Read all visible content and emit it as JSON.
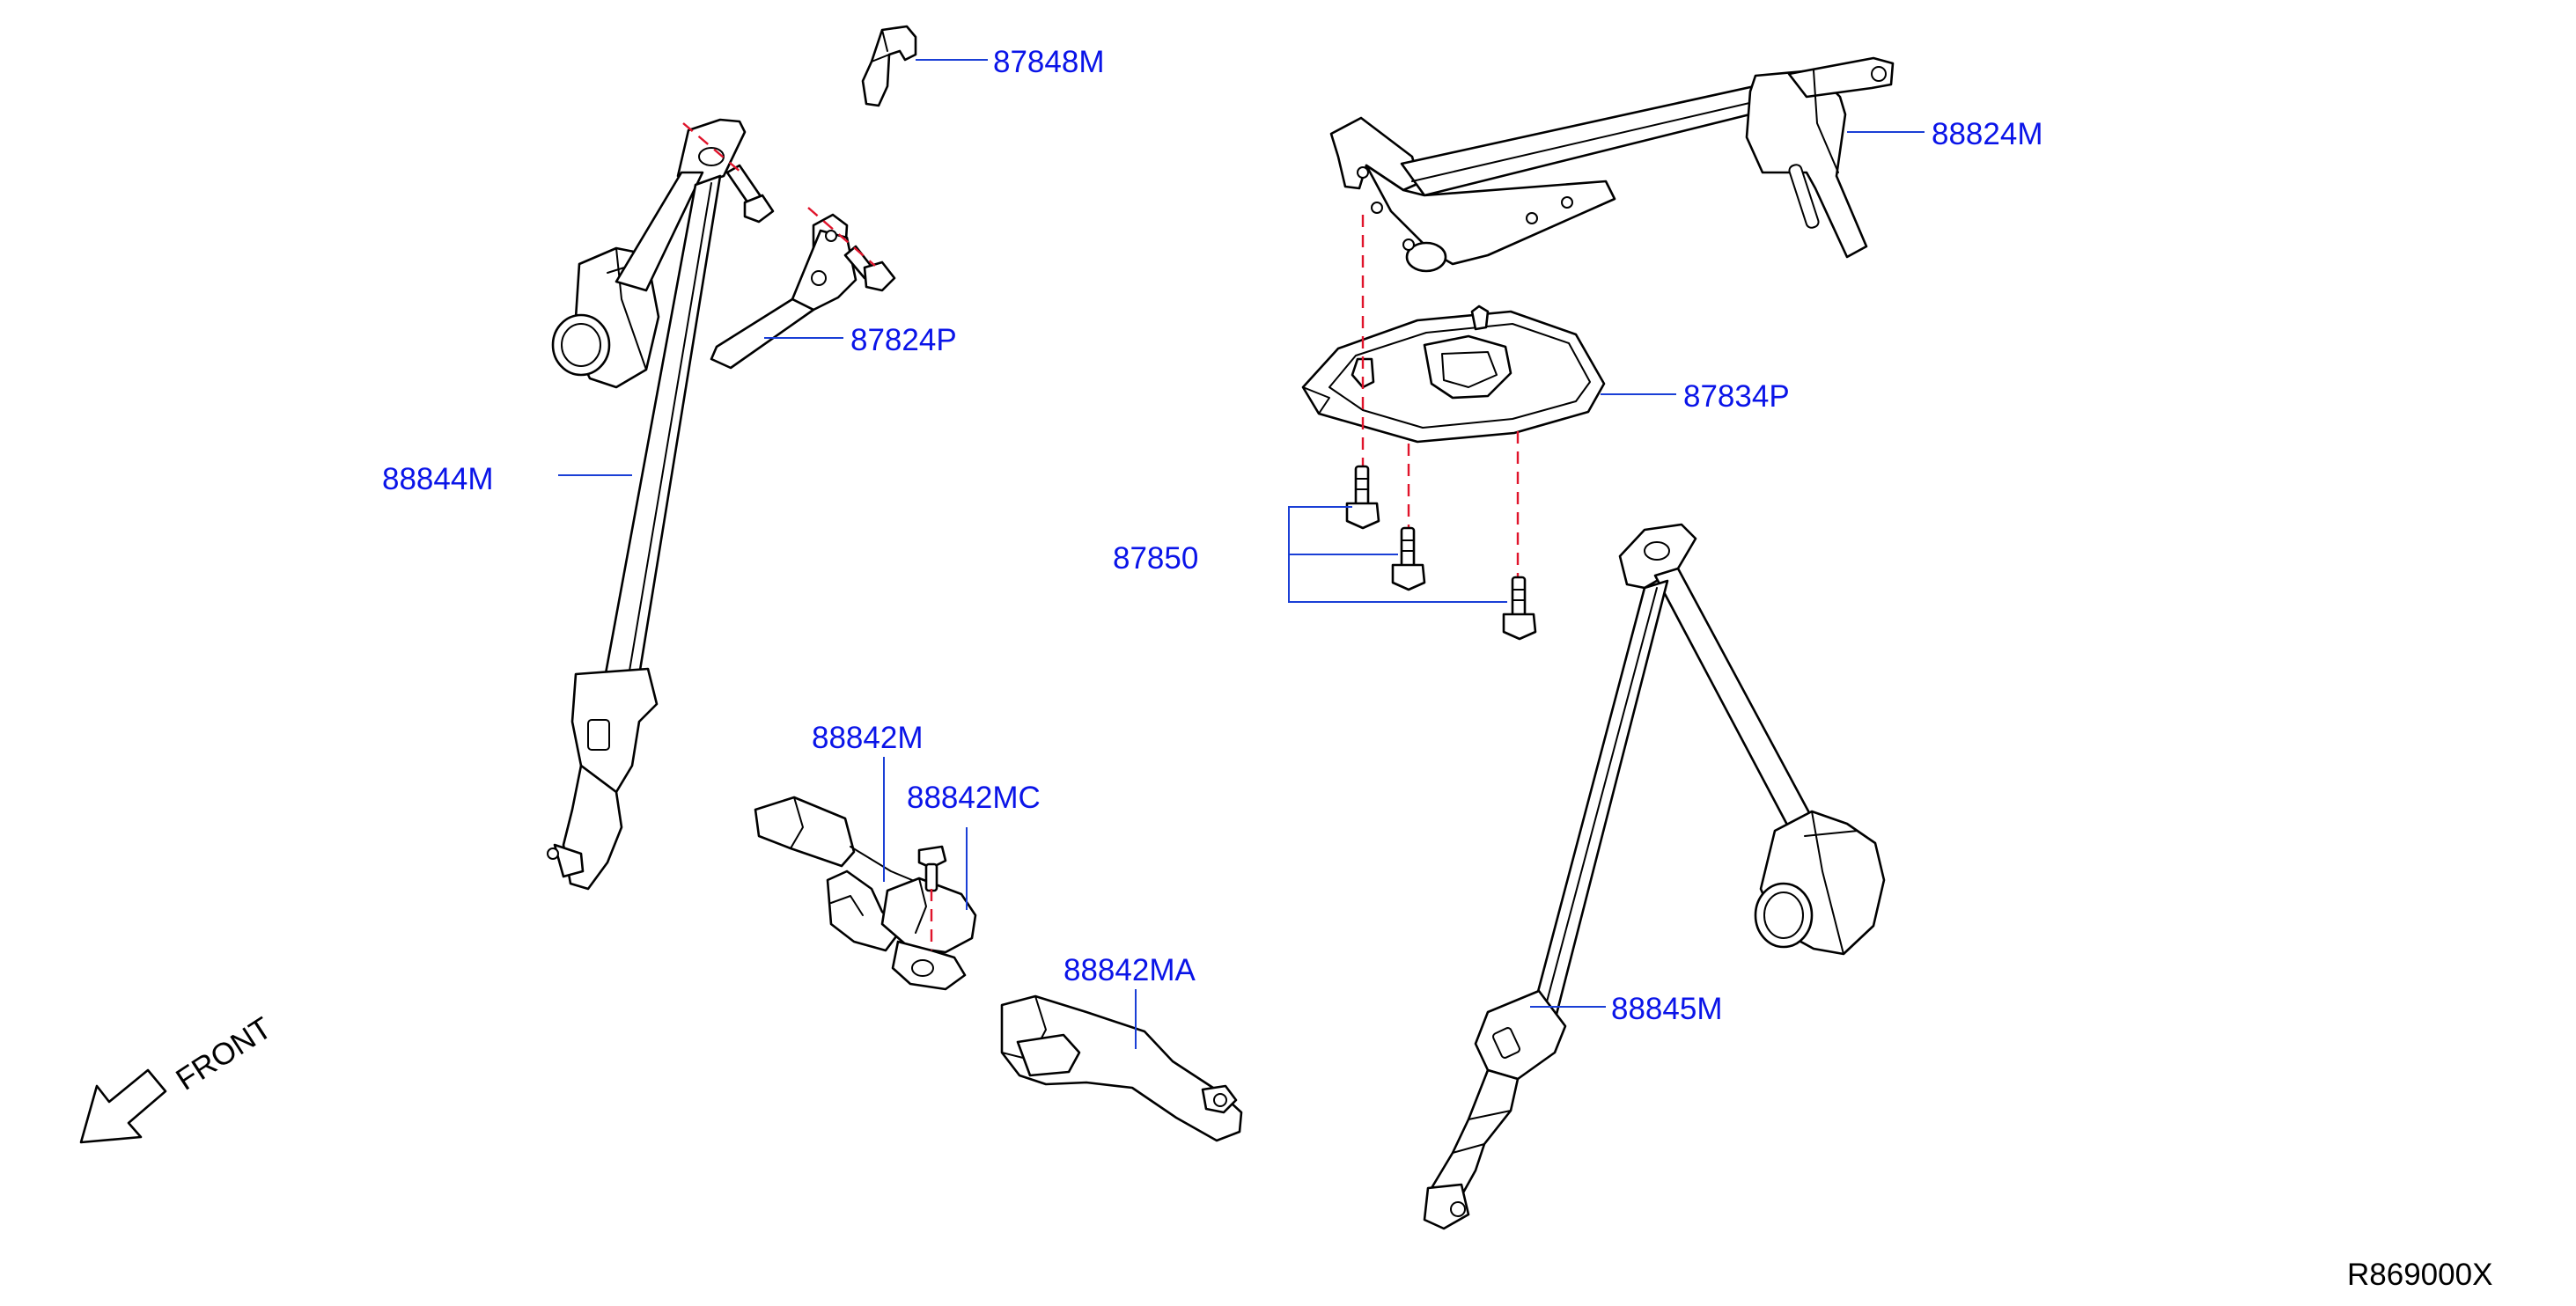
{
  "labels": {
    "p87848M": "87848M",
    "p88824M": "88824M",
    "p87824P": "87824P",
    "p87834P": "87834P",
    "p88844M": "88844M",
    "p87850": "87850",
    "p88842M": "88842M",
    "p88842MC": "88842MC",
    "p88842MA": "88842MA",
    "p88845M": "88845M"
  },
  "front_indicator": "FRONT",
  "reference_code": "R869000X",
  "colors": {
    "label": "#0a14e8",
    "leader": "#1a3fd6",
    "centerline": "#e0142b",
    "line": "#000000"
  }
}
